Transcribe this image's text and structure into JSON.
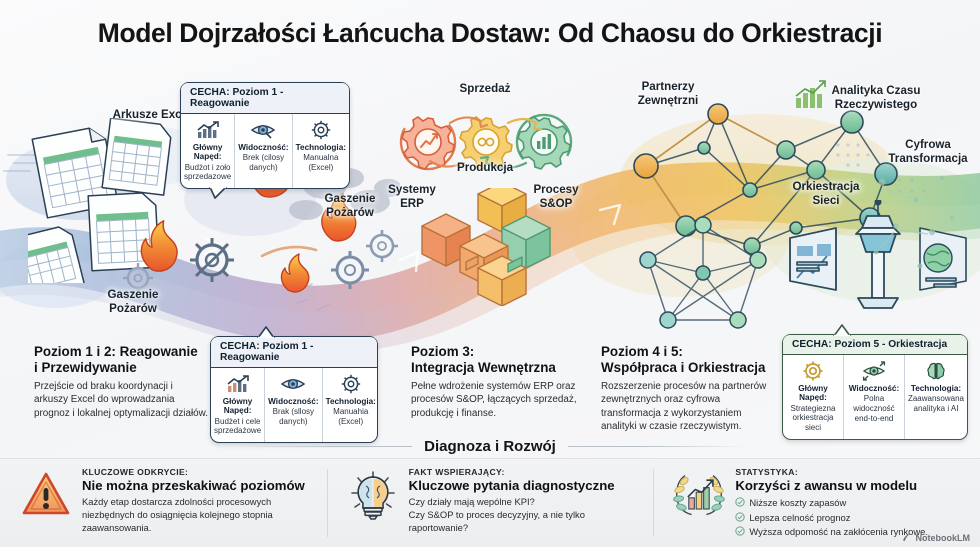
{
  "title": "Model Dojrzałości Łańcucha Dostaw: Od Chaosu do Orkiestracji",
  "stage_labels": {
    "excel_sheets": "Arkusze Excel",
    "firefighting_left": "Gaszenie\nPożarów",
    "firefighting_right": "Gaszenie\nPożarów",
    "sales": "Sprzedaż",
    "production": "Produkcja",
    "erp_systems": "Systemy\nERP",
    "sop_processes": "Procesy\nS&OP",
    "external_partners": "Partnerzy\nZewnętrzni",
    "realtime_analytics": "Analityka Czasu\nRzeczywistego",
    "digital_transformation": "Cyfrowa\nTransformacja",
    "network_orchestration": "Orkiestracja\nSieci"
  },
  "callouts": [
    {
      "id": "level1-top",
      "header": "CECHA: Poziom 1 - Reagowanie",
      "accent": "#2b3f55",
      "columns": [
        {
          "icon": "bar-chart-up-icon",
          "label": "Główny Napęd:",
          "value": "Budżot i zoło\nsprzedazowe"
        },
        {
          "icon": "eye-visibility-icon",
          "label": "Widoczność:",
          "value": "Brek (cilosy\ndanych)"
        },
        {
          "icon": "gear-icon",
          "label": "Technologia:",
          "value": "Manualna\n(Excel)"
        }
      ]
    },
    {
      "id": "level1-bottom",
      "header": "CECHA: Poziom 1 - Reagowanie",
      "accent": "#2b3f55",
      "columns": [
        {
          "icon": "bar-chart-up-icon",
          "label": "Główny Napęd:",
          "value": "Budżet i cele\nsprzedażowe"
        },
        {
          "icon": "eye-visibility-icon",
          "label": "Widoczność:",
          "value": "Brak (sllosy\ndanych)"
        },
        {
          "icon": "gear-icon",
          "label": "Technologia:",
          "value": "Manuahia\n(Excel)"
        }
      ]
    },
    {
      "id": "level5",
      "header": "CECHA: Poziom 5 - Orkiestracja",
      "accent": "#3c5a46",
      "columns": [
        {
          "icon": "gear-network-icon",
          "label": "Główny Napęd:",
          "value": "Strategiezna\norkiestracja\nsieci"
        },
        {
          "icon": "eye-radar-icon",
          "label": "Widoczność:",
          "value": "Polna\nwidoczność\nend-to-end"
        },
        {
          "icon": "brain-ai-icon",
          "label": "Technologia:",
          "value": "Zaawansowana\nanalityka i AI"
        }
      ]
    }
  ],
  "levels": [
    {
      "id": "level-1-2",
      "heading": "Poziom 1 i 2: Reagowanie\ni Przewidywanie",
      "body": "Przejście od braku koordynacji i arkuszy Excel do wprowadzania prognoz i lokalnej optymalizacji działów."
    },
    {
      "id": "level-3",
      "heading": "Poziom 3:\nIntegracja Wewnętrzna",
      "body": "Pełne wdrożenie systemów ERP oraz procesów S&OP, łączących sprzedaż, produkcję i finanse."
    },
    {
      "id": "level-4-5",
      "heading": "Poziom 4 i 5:\nWspółpraca i Orkiestracja",
      "body": "Rozszerzenie procesów na partnerów zewnętrznych oraz cyfrowa transformacja z wykorzystaniem analityki w czasie rzeczywistym."
    }
  ],
  "section_heading": "Diagnoza i Rozwój",
  "bottom_panels": [
    {
      "id": "key-finding",
      "icon": "warning-triangle-icon",
      "kicker": "KLUCZOWE ODKRYCIE:",
      "title": "Nie można przeskakiwać poziomów",
      "body": "Każdy etap dostarcza zdolności procesowych niezbędnych do osiągnięcia kolejnego stopnia zaawansowania.",
      "items": []
    },
    {
      "id": "supporting-fact",
      "icon": "lightbulb-brain-icon",
      "kicker": "FAKT WSPIERAJĄCY:",
      "title": "Kluczowe pytania diagnostyczne",
      "body": "Czy działy mają wepólne KPI?\nCzy S&OP to proces decyzyjny, a nie tylko raportowanie?",
      "items": []
    },
    {
      "id": "statistics",
      "icon": "laurel-chart-icon",
      "kicker": "STATYSTYKA:",
      "title": "Korzyści z awansu w modelu",
      "body": "",
      "items": [
        "Niższe koszty zapasów",
        "Lepsza celność prognoz",
        "Wyższa odpomość na zakłócenia rynkowe."
      ]
    }
  ],
  "watermark": "NotebookLM",
  "palette": {
    "chaos_blue": "#8fa9c8",
    "chaos_purple": "#b09ac0",
    "transition_salmon": "#e8a07e",
    "maturity_amber": "#eeb645",
    "orchestration_green": "#7fc09a",
    "ink": "#2b3f55"
  }
}
